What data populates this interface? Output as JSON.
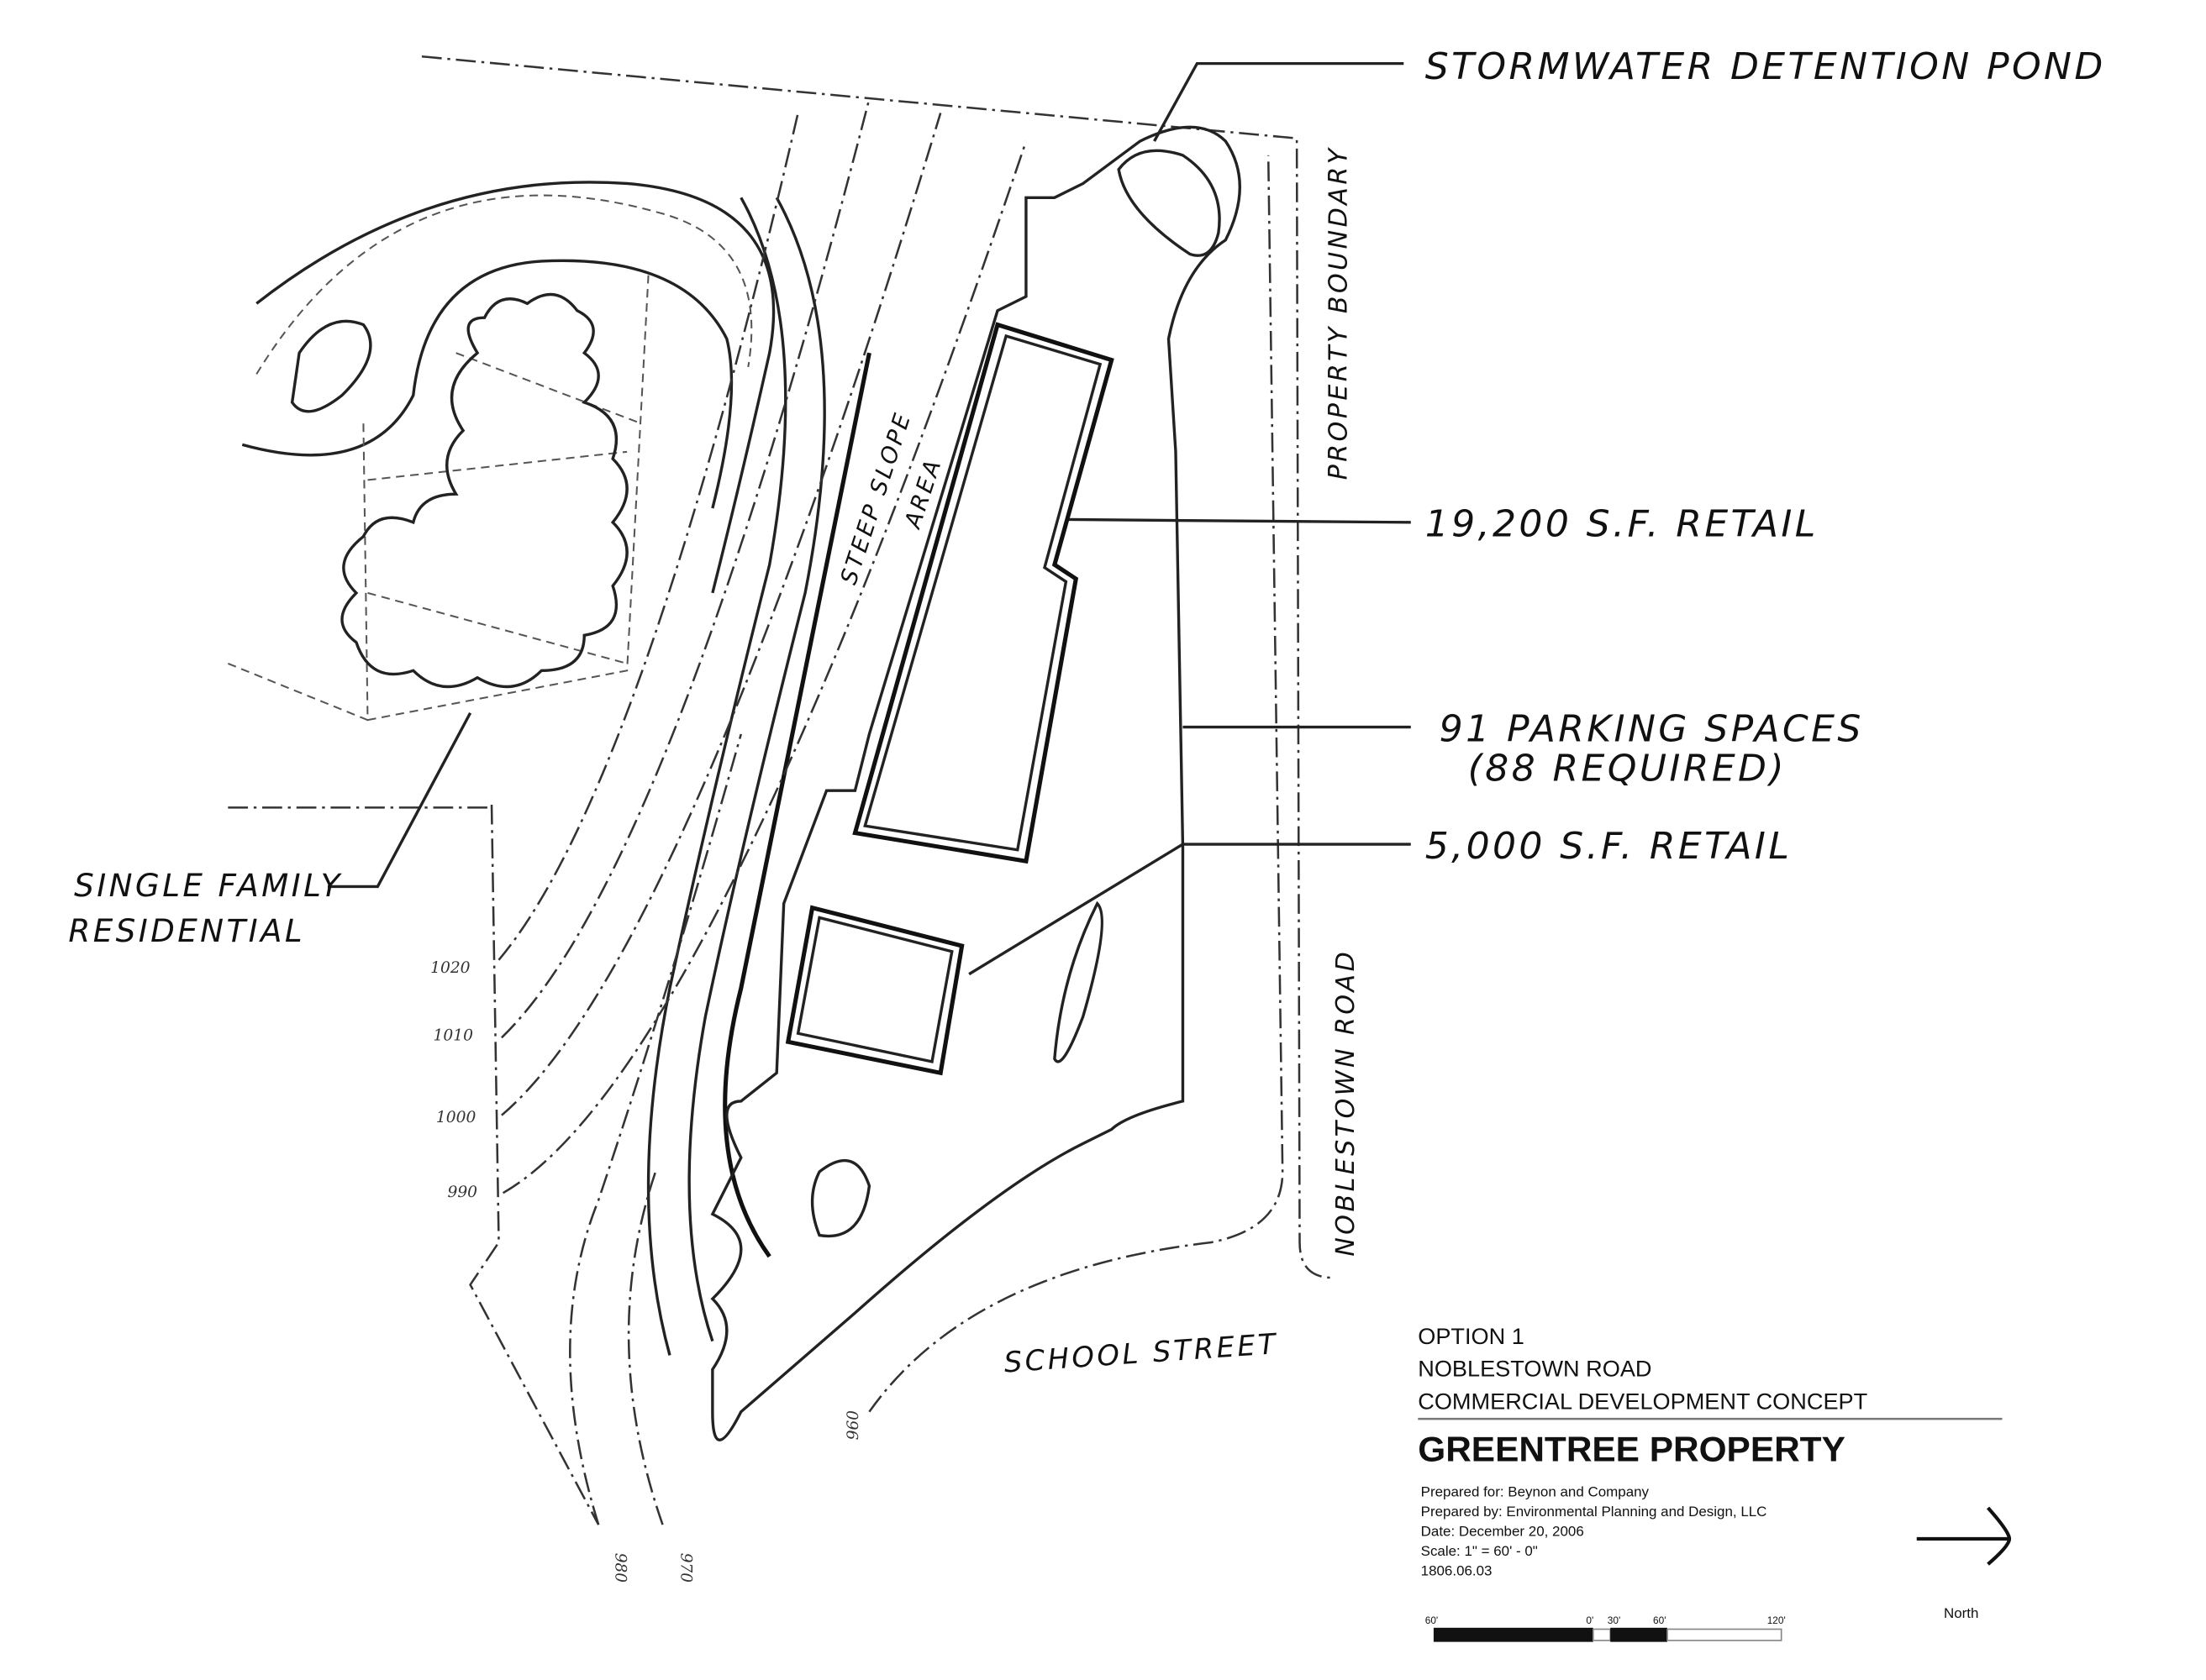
{
  "labels": {
    "stormwater": "STORMWATER DETENTION POND",
    "property_boundary": "PROPERTY BOUNDARY",
    "retail_large": "19,200 S.F. RETAIL",
    "parking": "91 PARKING SPACES",
    "parking_required": "(88 REQUIRED)",
    "retail_small": "5,000 S.F. RETAIL",
    "single_family_1": "SINGLE FAMILY",
    "single_family_2": "RESIDENTIAL",
    "steep_slope": "STEEP SLOPE",
    "area": "AREA",
    "noblestown_road": "NOBLESTOWN ROAD",
    "school_street": "SCHOOL STREET"
  },
  "contours": [
    "1020",
    "1010",
    "1000",
    "990",
    "980",
    "970",
    "960"
  ],
  "title_block": {
    "option": "OPTION 1",
    "road": "NOBLESTOWN ROAD",
    "concept": "COMMERCIAL DEVELOPMENT CONCEPT",
    "property": "GREENTREE PROPERTY",
    "prepared_for": "Prepared for: Beynon and Company",
    "prepared_by": "Prepared by: Environmental Planning and Design, LLC",
    "date": "Date: December 20, 2006",
    "scale": "Scale: 1\" = 60' - 0\"",
    "project_no": "1806.06.03",
    "scale_ticks": [
      "60'",
      "0'",
      "30'",
      "60'",
      "120'"
    ],
    "north": "North"
  }
}
